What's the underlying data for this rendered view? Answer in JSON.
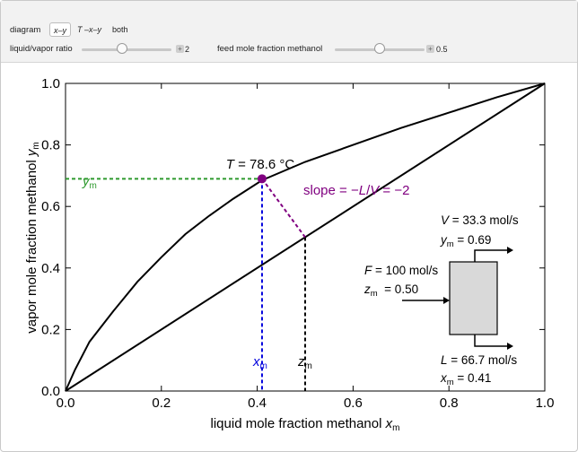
{
  "controls": {
    "diagram_label": "diagram",
    "setters": [
      "x–y",
      "T –x–y",
      "both"
    ],
    "active_setter": 0,
    "lv_ratio": {
      "label": "liquid/vapor ratio",
      "value_text": "2",
      "fraction": 0.45
    },
    "feed": {
      "label": "feed mole fraction methanol",
      "value_text": "0.5",
      "fraction": 0.5
    },
    "plus_glyph": "+"
  },
  "plot": {
    "xlabel_text": "liquid mole fraction methanol ",
    "xlabel_var": "x",
    "xlabel_sub": "m",
    "ylabel_text": "vapor mole fraction methanol ",
    "ylabel_var": "y",
    "ylabel_sub": "m",
    "temperature": {
      "prefix": "T",
      "text": " = 78.6 °C"
    },
    "slope": {
      "text": "slope = −",
      "L": "L",
      "sep": "/",
      "V": "V",
      "value": " = −2"
    },
    "ym_label": {
      "var": "y",
      "sub": "m"
    },
    "xm_label": {
      "var": "x",
      "sub": "m"
    },
    "zm_label": {
      "var": "z",
      "sub": "m"
    },
    "colors": {
      "ym": "#2e9a2e",
      "xm": "#0000dd",
      "slope": "#800080",
      "zm": "#000000",
      "curve": "#000000"
    }
  },
  "flash": {
    "V_label": {
      "var": "V",
      "text": " = 33.3 mol/s"
    },
    "y_label": {
      "var": "y",
      "sub": "m",
      "text": " = 0.69"
    },
    "F_label": {
      "var": "F",
      "text": " = 100 mol/s"
    },
    "z_label": {
      "var": "z",
      "sub": "m",
      "text": "  = 0.50"
    },
    "L_label": {
      "var": "L",
      "text": " = 66.7 mol/s"
    },
    "x_label": {
      "var": "x",
      "sub": "m",
      "text": " = 0.41"
    },
    "drum_fill": "#d9d9d9"
  },
  "chart_data": {
    "type": "line",
    "xlabel": "liquid mole fraction methanol xm",
    "ylabel": "vapor mole fraction methanol ym",
    "xlim": [
      0,
      1
    ],
    "ylim": [
      0,
      1
    ],
    "x_ticks": [
      "0.0",
      "0.2",
      "0.4",
      "0.6",
      "0.8",
      "1.0"
    ],
    "y_ticks": [
      "0.0",
      "0.2",
      "0.4",
      "0.6",
      "0.8",
      "1.0"
    ],
    "series": [
      {
        "x": [
          0,
          0.02,
          0.05,
          0.1,
          0.15,
          0.2,
          0.25,
          0.3,
          0.35,
          0.41,
          0.5,
          0.6,
          0.7,
          0.8,
          0.9,
          1.0
        ],
        "y": [
          0,
          0.07,
          0.16,
          0.26,
          0.355,
          0.435,
          0.51,
          0.57,
          0.625,
          0.685,
          0.745,
          0.8,
          0.855,
          0.905,
          0.955,
          1.0
        ]
      },
      {
        "x": [
          0,
          1
        ],
        "y": [
          0,
          1
        ]
      }
    ],
    "operating_point": {
      "x": 0.41,
      "y": 0.69
    },
    "feed_point": {
      "x": 0.5,
      "y": 0.5
    },
    "slope": -2
  }
}
